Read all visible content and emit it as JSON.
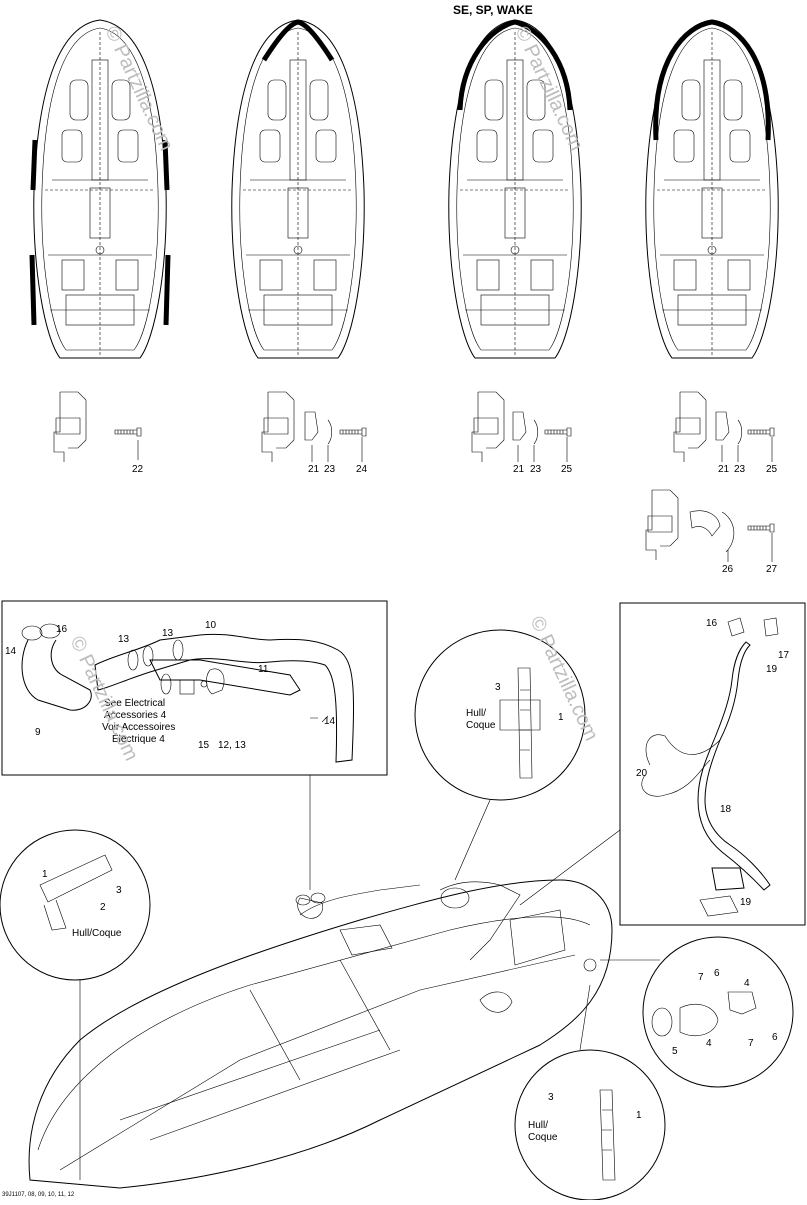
{
  "header": {
    "variant_label": "SE, SP, WAKE"
  },
  "watermark": {
    "text": "© Partzilla.com"
  },
  "footer": {
    "drawing_code": "39J1107, 08, 09, 10, 11, 12"
  },
  "fastener_callouts": [
    {
      "id": "c-22",
      "text": "22"
    },
    {
      "id": "c-21a",
      "text": "21"
    },
    {
      "id": "c-23a",
      "text": "23"
    },
    {
      "id": "c-24",
      "text": "24"
    },
    {
      "id": "c-21b",
      "text": "21"
    },
    {
      "id": "c-23b",
      "text": "23"
    },
    {
      "id": "c-25a",
      "text": "25"
    },
    {
      "id": "c-21c",
      "text": "21"
    },
    {
      "id": "c-23c",
      "text": "23"
    },
    {
      "id": "c-25b",
      "text": "25"
    },
    {
      "id": "c-26",
      "text": "26"
    },
    {
      "id": "c-27",
      "text": "27"
    }
  ],
  "ventilation_box": {
    "callouts": [
      {
        "id": "v-16",
        "text": "16"
      },
      {
        "id": "v-14a",
        "text": "14"
      },
      {
        "id": "v-13a",
        "text": "13"
      },
      {
        "id": "v-13b",
        "text": "13"
      },
      {
        "id": "v-10",
        "text": "10"
      },
      {
        "id": "v-11",
        "text": "11"
      },
      {
        "id": "v-9",
        "text": "9"
      },
      {
        "id": "v-15",
        "text": "15"
      },
      {
        "id": "v-1213",
        "text": "12, 13"
      },
      {
        "id": "v-14b",
        "text": "14"
      }
    ],
    "note_lines": [
      "See Electrical",
      "Accessories 4",
      "Voir Accessoires",
      "Électrique 4"
    ]
  },
  "pump_box": {
    "callouts": [
      {
        "id": "p-16",
        "text": "16"
      },
      {
        "id": "p-17",
        "text": "17"
      },
      {
        "id": "p-19a",
        "text": "19"
      },
      {
        "id": "p-20",
        "text": "20"
      },
      {
        "id": "p-18",
        "text": "18"
      },
      {
        "id": "p-19b",
        "text": "19"
      }
    ]
  },
  "detail_right_top": {
    "callouts": [
      {
        "id": "dr-3",
        "text": "3"
      },
      {
        "id": "dr-1",
        "text": "1"
      }
    ],
    "label_lines": [
      "Hull/",
      "Coque"
    ]
  },
  "detail_left": {
    "callouts": [
      {
        "id": "dl-1",
        "text": "1"
      },
      {
        "id": "dl-3",
        "text": "3"
      },
      {
        "id": "dl-2",
        "text": "2"
      }
    ],
    "label": "Hull/Coque"
  },
  "detail_plug": {
    "callouts": [
      {
        "id": "dp-7a",
        "text": "7"
      },
      {
        "id": "dp-6a",
        "text": "6"
      },
      {
        "id": "dp-4a",
        "text": "4"
      },
      {
        "id": "dp-5",
        "text": "5"
      },
      {
        "id": "dp-4b",
        "text": "4"
      },
      {
        "id": "dp-7b",
        "text": "7"
      },
      {
        "id": "dp-6b",
        "text": "6"
      }
    ]
  },
  "detail_bottom": {
    "callouts": [
      {
        "id": "db-3",
        "text": "3"
      },
      {
        "id": "db-1",
        "text": "1"
      }
    ],
    "label_lines": [
      "Hull/",
      "Coque"
    ]
  }
}
